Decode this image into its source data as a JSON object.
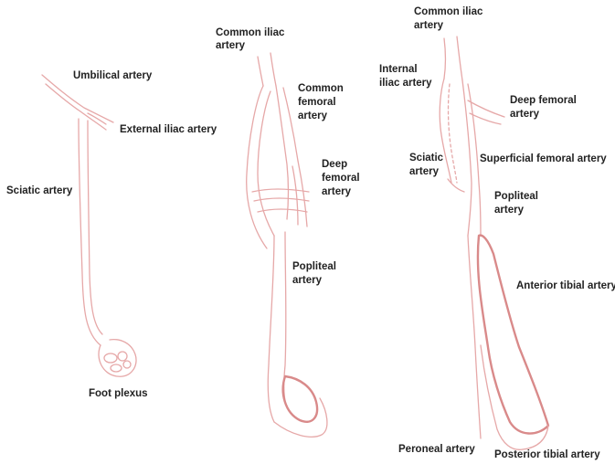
{
  "colors": {
    "vessel": "#e6a8a8",
    "vessel_bold": "#d98a8a",
    "label": "#222222",
    "background": "#ffffff"
  },
  "panel1": {
    "umbilical": "Umbilical artery",
    "external_iliac": "External iliac artery",
    "sciatic": "Sciatic artery",
    "foot_plexus": "Foot plexus"
  },
  "panel2": {
    "common_iliac_1": "Common iliac",
    "common_iliac_2": "artery",
    "common_femoral_1": "Common",
    "common_femoral_2": "femoral",
    "common_femoral_3": "artery",
    "deep_femoral_1": "Deep",
    "deep_femoral_2": "femoral",
    "deep_femoral_3": "artery",
    "popliteal_1": "Popliteal",
    "popliteal_2": "artery"
  },
  "panel3": {
    "common_iliac_1": "Common iliac",
    "common_iliac_2": "artery",
    "internal_iliac_1": "Internal",
    "internal_iliac_2": "iliac artery",
    "deep_femoral_1": "Deep femoral",
    "deep_femoral_2": "artery",
    "sciatic_1": "Sciatic",
    "sciatic_2": "artery",
    "superficial_femoral": "Superficial femoral  artery",
    "popliteal_1": "Popliteal",
    "popliteal_2": "artery",
    "anterior_tibial": "Anterior tibial artery",
    "peroneal": "Peroneal artery",
    "posterior_tibial": "Posterior tibial artery"
  }
}
